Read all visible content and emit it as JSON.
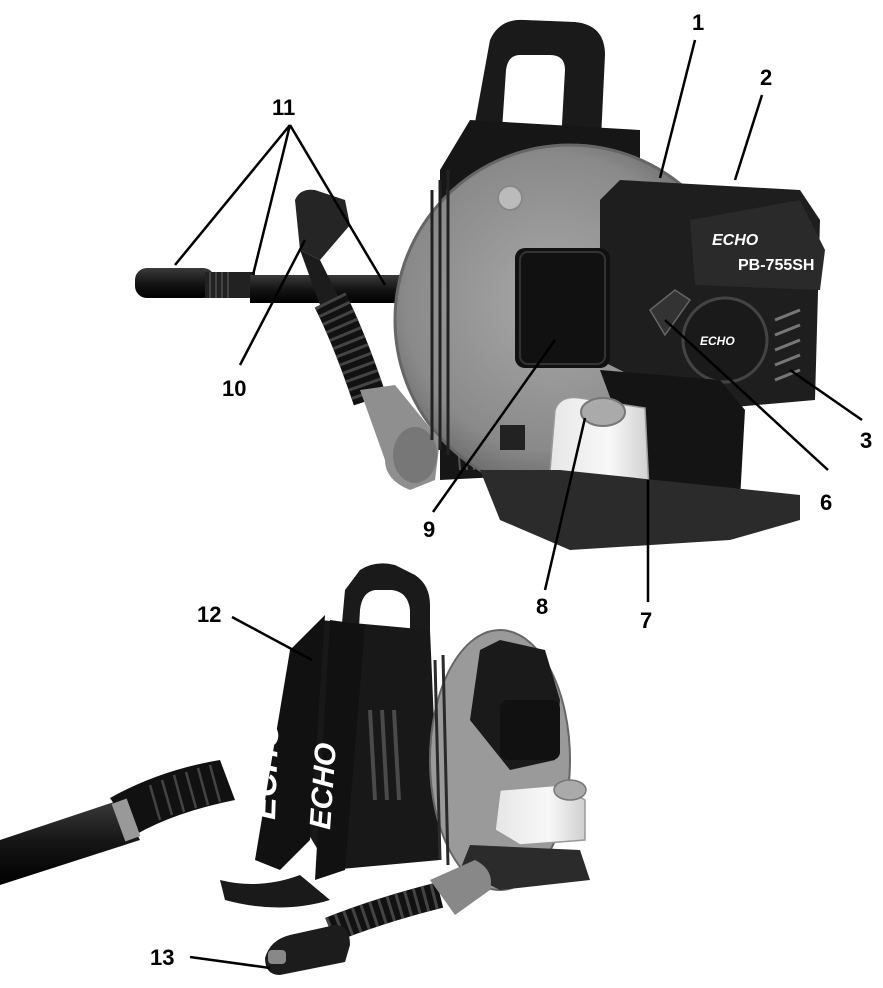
{
  "figure": {
    "brand": "ECHO",
    "model": "PB-755SH",
    "callouts": [
      {
        "id": "1",
        "label": "1"
      },
      {
        "id": "2",
        "label": "2"
      },
      {
        "id": "3",
        "label": "3"
      },
      {
        "id": "6",
        "label": "6"
      },
      {
        "id": "7",
        "label": "7"
      },
      {
        "id": "8",
        "label": "8"
      },
      {
        "id": "9",
        "label": "9"
      },
      {
        "id": "10",
        "label": "10"
      },
      {
        "id": "11",
        "label": "11"
      },
      {
        "id": "12",
        "label": "12"
      },
      {
        "id": "13",
        "label": "13"
      }
    ]
  }
}
